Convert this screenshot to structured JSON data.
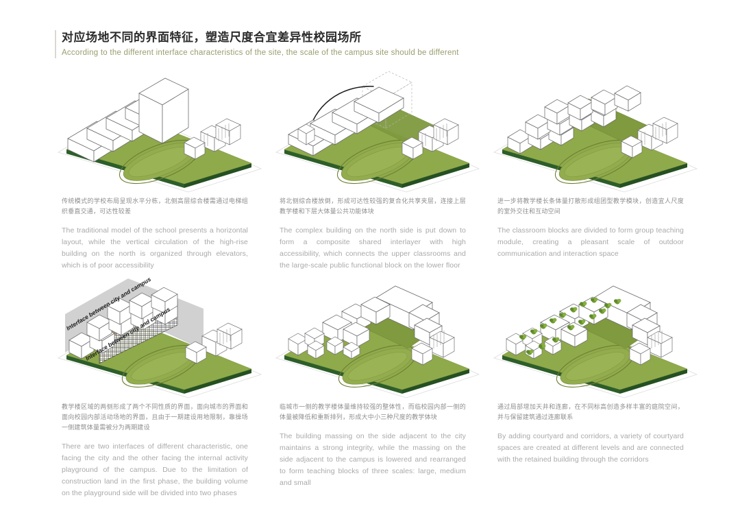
{
  "board": {
    "title_cn": "对应场地不同的界面特征，塑造尺度合宜差异性校园场所",
    "title_en": "According to the different interface characteristics of the site, the scale of the campus site should be different",
    "accent_green": "#9a9c6d",
    "ground_light_green": "#8faa4a",
    "ground_dark_green": "#2d5e2a",
    "building_fill": "#ffffff",
    "building_stroke": "#6e6e6e",
    "base_plate": "#f2f2f2"
  },
  "panels": [
    {
      "id": "panel-1",
      "diagram_name": "axonometric-horizontal-layout",
      "caption_cn": "传统模式的学校布局呈现水平分栋，北侧高层综合楼需通过电梯组织垂直交通，可达性较差",
      "caption_en": "The traditional model of the school presents a horizontal layout, while the vertical circulation of the high-rise building on the north is organized through elevators, which is of poor accessibility",
      "annotations": []
    },
    {
      "id": "panel-2",
      "diagram_name": "axonometric-tower-laid-down",
      "caption_cn": "将北侧综合楼放倒，形成可达性较强的复合化共享夹层，连接上层教学楼和下层大体量公共功能体块",
      "caption_en": "The complex building on the north side is put down to form a composite shared interlayer with high accessibility, which connects the upper classrooms and the large-scale public functional block on the lower floor",
      "annotations": [
        "rotation-arrow"
      ]
    },
    {
      "id": "panel-3",
      "diagram_name": "axonometric-divided-teaching-modules",
      "caption_cn": "进一步将教学楼长条体量打散形成组团型教学模块，创造宜人尺度的室外交往和互动空间",
      "caption_en": "The classroom blocks are divided to form group teaching module, creating a pleasant scale of outdoor communication and interaction space",
      "annotations": []
    },
    {
      "id": "panel-4",
      "diagram_name": "axonometric-two-interfaces",
      "caption_cn": "教学楼区域的两侧形成了两个不同性质的界面，面向城市的界面和面向校园内部活动场地的界面，且由于一期建设用地限制，靠操场一侧建筑体量需被分为两期建设",
      "caption_en": "There are two interfaces of different characteristic, one facing the city and the other facing the internal activity playground of the campus. Due to the limitation of construction land in the first phase, the building volume on the playground side will be divided into two phases",
      "annotations": [
        "interface-label-city",
        "interface-label-campus"
      ],
      "label_city": "Interface between city and campus",
      "label_campus": "Interface between city and campus"
    },
    {
      "id": "panel-5",
      "diagram_name": "axonometric-three-scale-massing",
      "caption_cn": "临城市一侧的教学楼体量维持较强的整体性，而临校园内部一侧的体量被降低和重新排列，形成大中小三种尺度的教学体块",
      "caption_en": "The building massing on the side adjacent to the city maintains a strong integrity, while the massing on the side adjacent to the campus is lowered and rearranged to form teaching blocks of three scales: large, medium and small",
      "annotations": []
    },
    {
      "id": "panel-6",
      "diagram_name": "axonometric-courtyards-and-corridors",
      "caption_cn": "通过局部增加天井和连廊，在不同标高创造多样丰富的庭院空间，并与保留建筑通过连廊联系",
      "caption_en": "By adding courtyard and corridors, a variety of courtyard spaces are created at different levels and are connected with the retained building through the corridors",
      "annotations": [
        "trees"
      ]
    }
  ]
}
